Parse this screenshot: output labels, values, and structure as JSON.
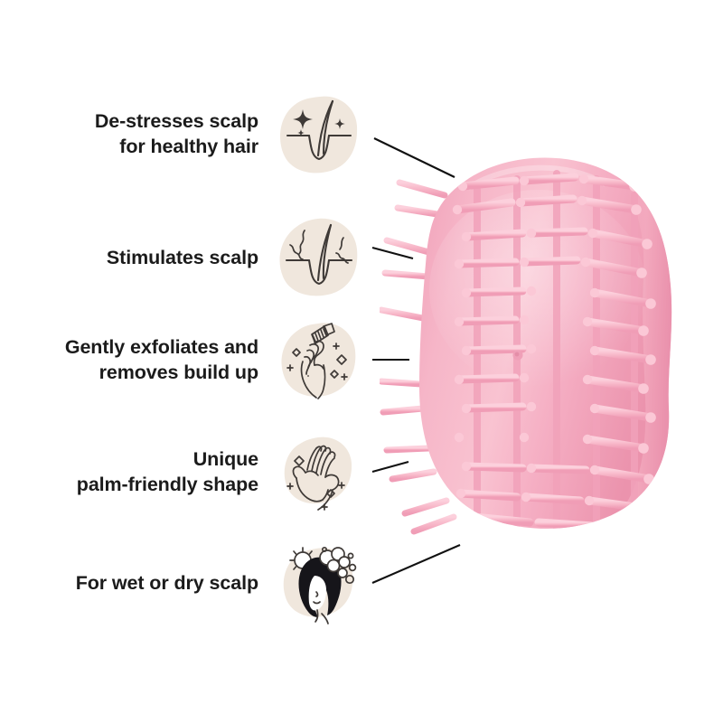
{
  "page": {
    "background_color": "#ffffff",
    "text_color": "#1b1b1b",
    "accent_blob_color": "#f0e7dd",
    "leader_line_color": "#111111"
  },
  "product": {
    "name": "scalp-massager-brush",
    "body_color": "#f3a8bd",
    "body_highlight_color": "#f9c4d2",
    "body_shadow_color": "#e8889f",
    "bristle_color": "#f7b3c6",
    "bristle_tip_color": "#fac9d6"
  },
  "features": [
    {
      "id": "de-stresses-scalp",
      "label": "De-stresses scalp\nfor healthy hair",
      "icon": "hair-follicle-sparkle-icon"
    },
    {
      "id": "stimulates-scalp",
      "label": "Stimulates scalp",
      "icon": "hair-follicle-stimulation-icon"
    },
    {
      "id": "gently-exfoliates",
      "label": "Gently exfoliates and\nremoves build up",
      "icon": "hand-holding-brush-icon"
    },
    {
      "id": "palm-friendly-shape",
      "label": "Unique\npalm-friendly shape",
      "icon": "two-hands-icon"
    },
    {
      "id": "wet-or-dry-scalp",
      "label": "For wet or dry scalp",
      "icon": "woman-washing-hair-icon"
    }
  ]
}
